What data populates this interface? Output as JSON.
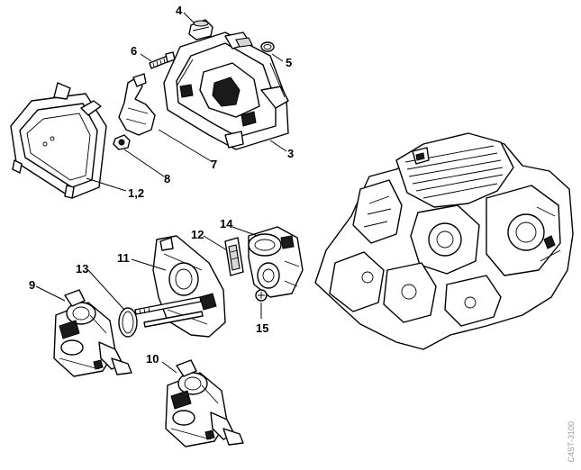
{
  "callouts": {
    "c1": "1,2",
    "c3": "3",
    "c4": "4",
    "c5": "5",
    "c6": "6",
    "c7": "7",
    "c8": "8",
    "c9": "9",
    "c10": "10",
    "c11": "11",
    "c12": "12",
    "c13": "13",
    "c14": "14",
    "c15": "15"
  },
  "watermark": "C4ST-3100",
  "colors": {
    "line": "#000000",
    "background": "#ffffff",
    "shade": "#d6d6d6"
  }
}
